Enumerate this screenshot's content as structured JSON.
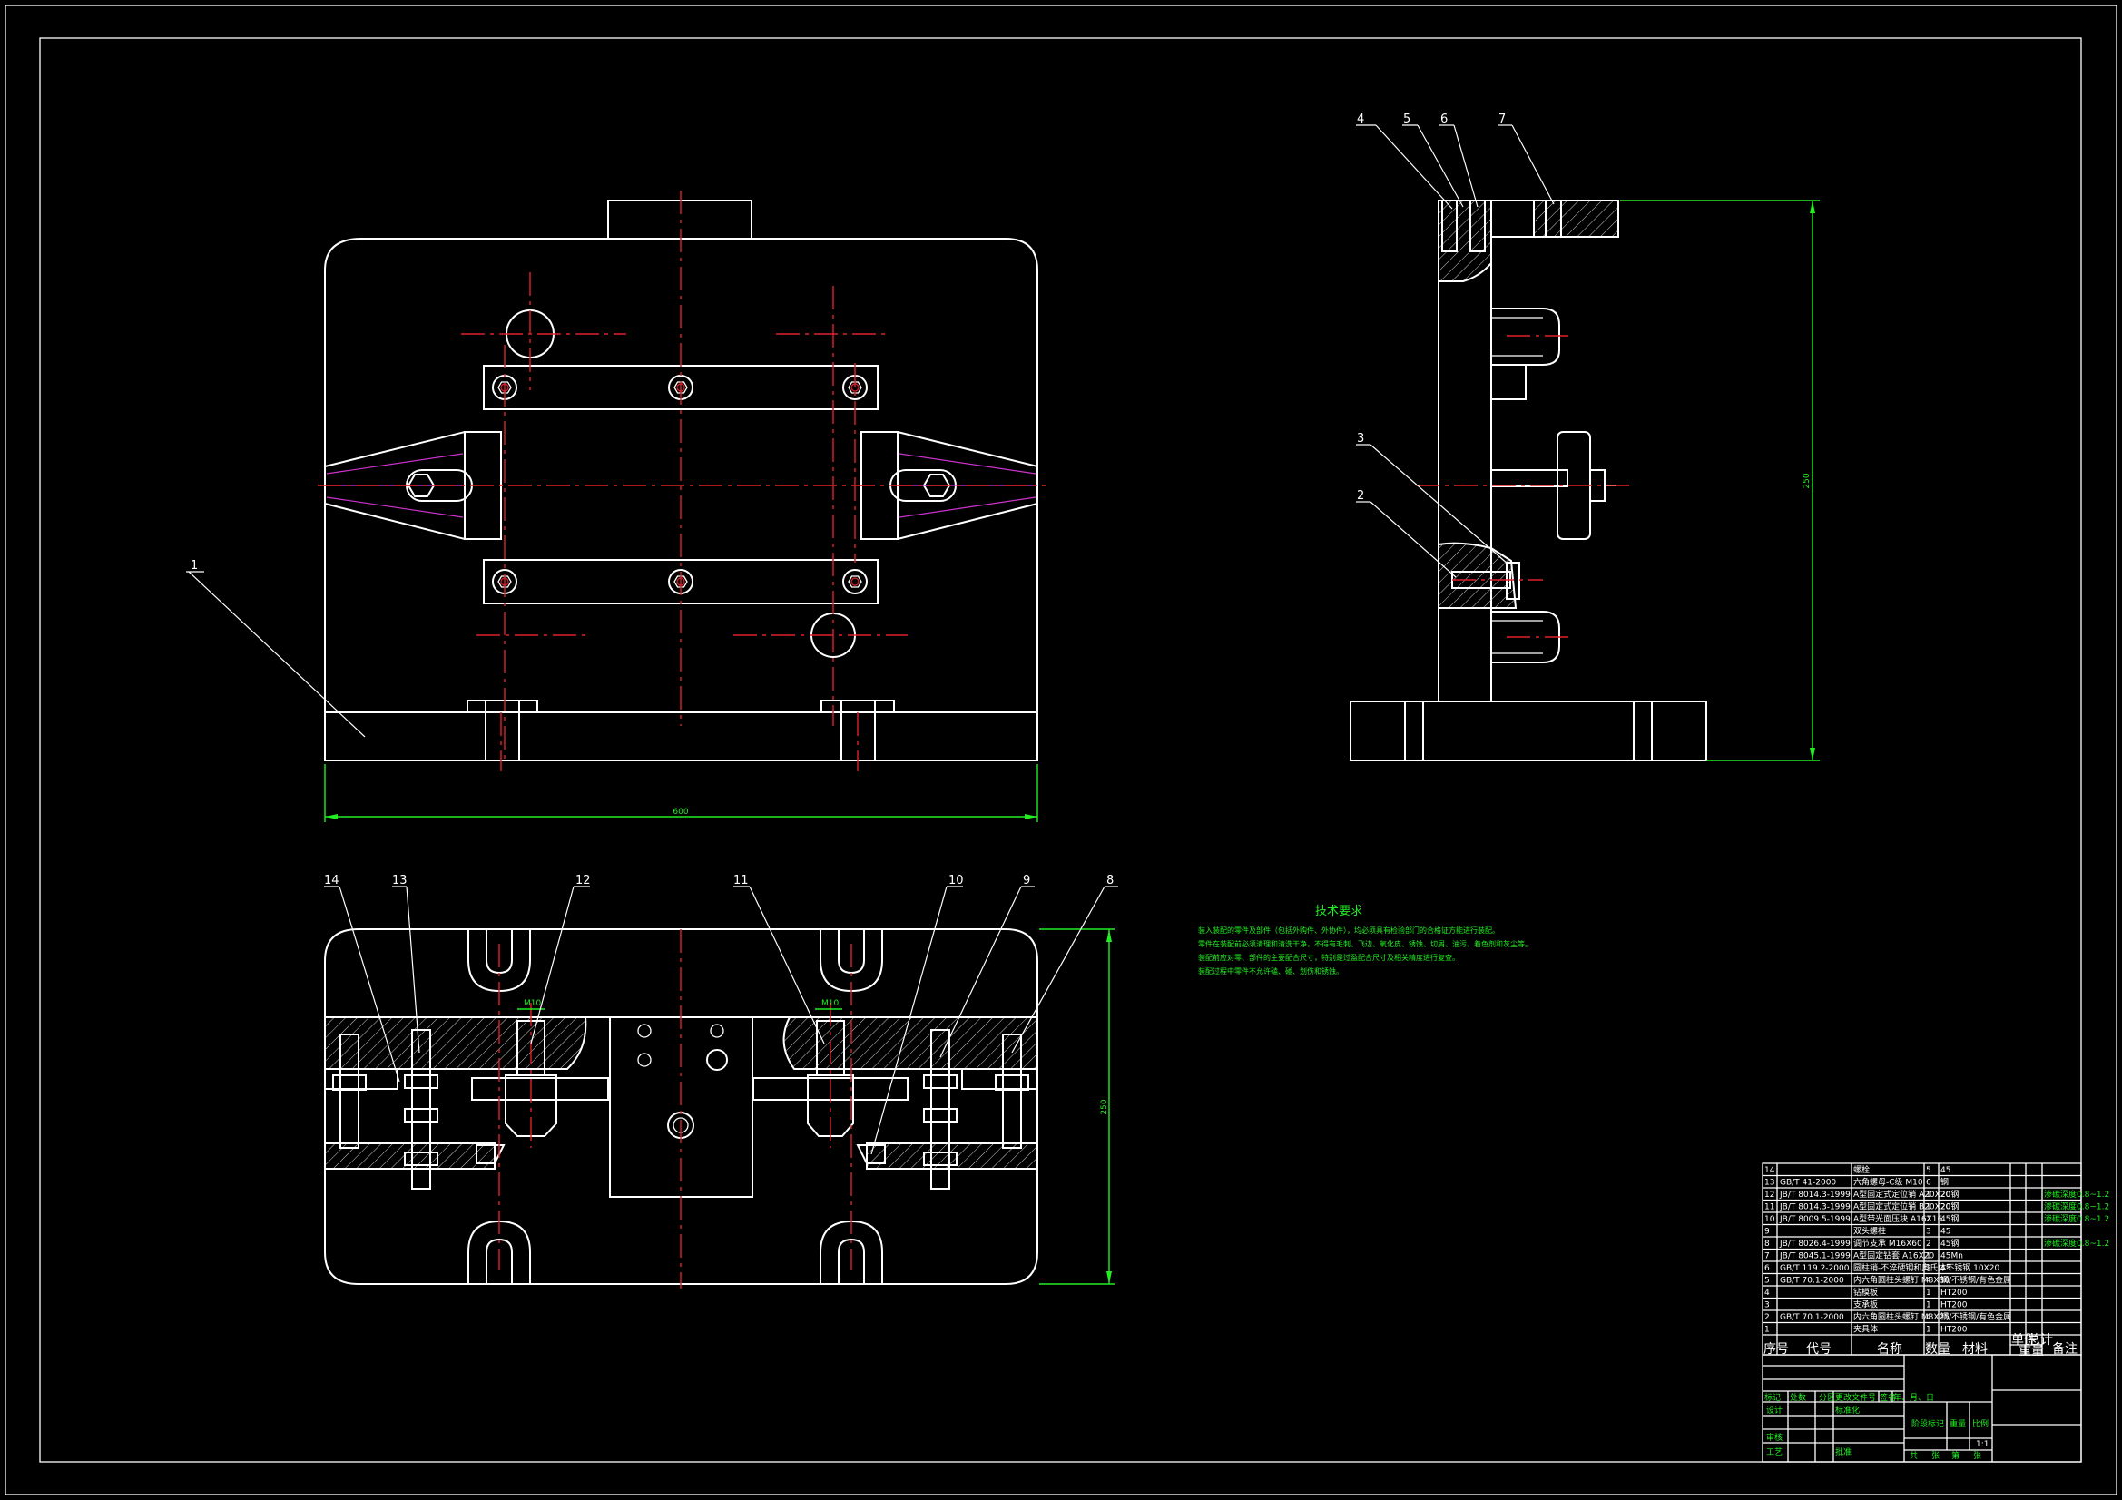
{
  "dimensions": {
    "front_width": "600",
    "side_height": "250",
    "bottom_height": "250",
    "tap_left": "M10",
    "tap_right": "M10"
  },
  "balloons": [
    "1",
    "2",
    "3",
    "4",
    "5",
    "6",
    "7",
    "8",
    "9",
    "10",
    "11",
    "12",
    "13",
    "14"
  ],
  "tech": {
    "title": "技术要求",
    "lines": [
      "装入装配的零件及部件（包括外购件、外协件），均必须具有检验部门的合格证方能进行装配。",
      "零件在装配前必须清理和清洗干净，不得有毛刺、飞边、氧化皮、锈蚀、切屑、油污、着色剂和灰尘等。",
      "装配前应对零、部件的主要配合尺寸，特别是过盈配合尺寸及相关精度进行复查。",
      "装配过程中零件不允许磕、碰、划伤和锈蚀。"
    ]
  },
  "bom": {
    "rows": [
      [
        "14",
        "",
        "螺栓",
        "5",
        "45",
        ""
      ],
      [
        "13",
        "GB/T 41-2000",
        "六角螺母-C级 M10",
        "6",
        "钢",
        ""
      ],
      [
        "12",
        "JB/T 8014.3-1999",
        "A型固定式定位销 A20X20",
        "1",
        "20钢",
        "渗碳深度0.8~1.2"
      ],
      [
        "11",
        "JB/T 8014.3-1999",
        "A型固定式定位销 B20X20",
        "1",
        "20钢",
        "渗碳深度0.8~1.2"
      ],
      [
        "10",
        "JB/T 8009.5-1999",
        "A型带光面压块 A16X16",
        "2",
        "45钢",
        "渗碳深度0.8~1.2"
      ],
      [
        "9",
        "",
        "双头螺柱",
        "3",
        "45",
        ""
      ],
      [
        "8",
        "JB/T 8026.4-1999",
        "调节支承 M16X60",
        "2",
        "45钢",
        "渗碳深度0.8~1.2"
      ],
      [
        "7",
        "JB/T 8045.1-1999",
        "A型固定钻套 A16X20",
        "1",
        "45Mn",
        ""
      ],
      [
        "6",
        "GB/T 119.2-2000",
        "圆柱销-不淬硬钢和奥氏体不锈钢 10X20",
        "2",
        "45",
        ""
      ],
      [
        "5",
        "GB/T 70.1-2000",
        "内六角圆柱头螺钉 M8X30",
        "4",
        "钢/不锈钢/有色金属",
        ""
      ],
      [
        "4",
        "",
        "钻模板",
        "1",
        "HT200",
        ""
      ],
      [
        "3",
        "",
        "支承板",
        "1",
        "HT200",
        ""
      ],
      [
        "2",
        "GB/T 70.1-2000",
        "内六角圆柱头螺钉 M8X25",
        "4",
        "钢/不锈钢/有色金属",
        ""
      ],
      [
        "1",
        "",
        "夹具体",
        "1",
        "HT200",
        ""
      ]
    ],
    "header": {
      "seq": "序号",
      "code": "代号",
      "name": "名称",
      "qty": "数量",
      "material": "材料",
      "unit_weight": "单件",
      "total_weight": "总计",
      "weight": "重量",
      "remark": "备注"
    }
  },
  "titleblock": {
    "row1": [
      "标记",
      "处数",
      "分区",
      "更改文件号",
      "签名",
      "年、月、日"
    ],
    "design": "设计",
    "standard": "标准化",
    "review": "审核",
    "process": "工艺",
    "approve": "批准",
    "stage": "阶段标记",
    "weight": "重量",
    "scale": "比例",
    "scale_value": "1:1",
    "sheets": "共",
    "sheet_of": "张",
    "sheet_no": "第",
    "sheet_unit": "张"
  }
}
